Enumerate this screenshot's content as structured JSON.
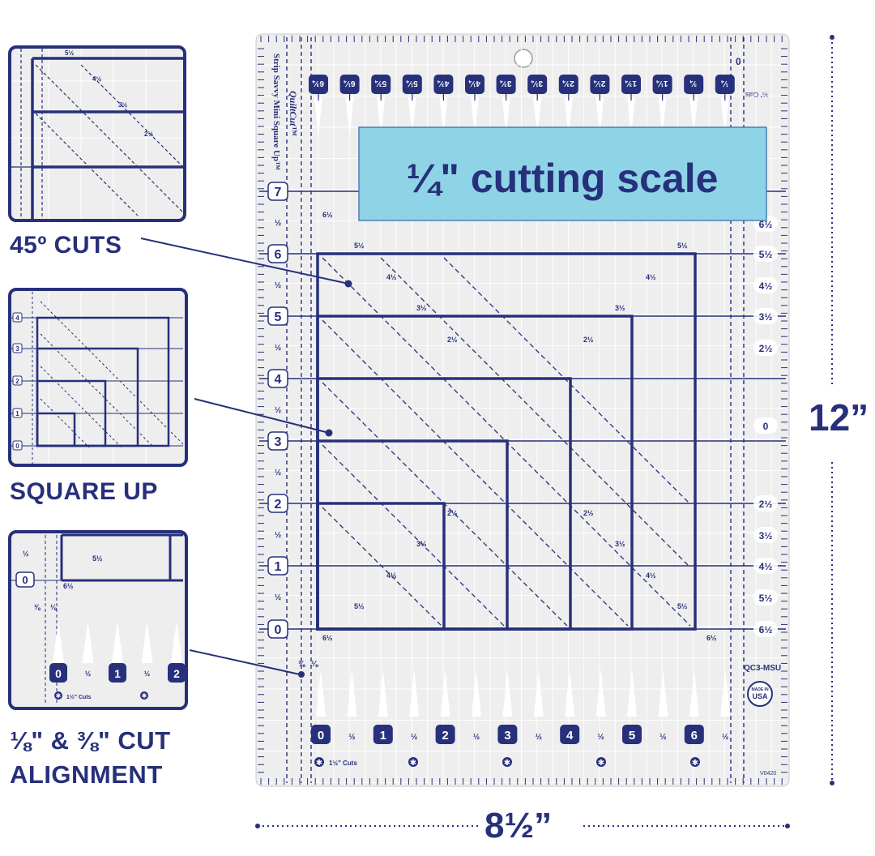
{
  "colors": {
    "navy": "#27307a",
    "navy_dark": "#1e2466",
    "banner": "#8fd3e6",
    "banner_border": "#4a7fb3",
    "ruler_bg": "#eeeeef"
  },
  "banner": {
    "text": "¼\" cutting scale"
  },
  "callouts": {
    "cuts45": "45º CUTS",
    "square_up": "SQUARE UP",
    "alignment_line1": "⅛\" & ⅜\" CUT",
    "alignment_line2": "ALIGNMENT"
  },
  "dimensions": {
    "height": "12”",
    "width": "8½”"
  },
  "ruler": {
    "brand": "QuiltCut™",
    "product": "Strip Savvy Mini Square Up™",
    "model": "QC3-MSU",
    "version": "V0420",
    "made_in": "MADE IN USA",
    "cuts_top": "¼\" Cuts",
    "cuts_bottom": "1½\" Cuts",
    "top_zero": "0",
    "top_tabs": [
      "6¾",
      "6¼",
      "5¾",
      "5¼",
      "4¾",
      "4¼",
      "3¾",
      "3¼",
      "2¾",
      "2¼",
      "1¾",
      "1¼",
      "¾",
      "¼"
    ],
    "left_numbers": [
      "7",
      "6",
      "5",
      "4",
      "3",
      "2",
      "1",
      "0"
    ],
    "half": "½",
    "bottom_numbers": [
      "0",
      "1",
      "2",
      "3",
      "4",
      "5",
      "6"
    ],
    "right_labels": [
      "6½",
      "5½",
      "4½",
      "3½",
      "2½",
      "0",
      "2½",
      "3½",
      "4½",
      "5½",
      "6½"
    ],
    "square_labels": [
      "6½",
      "5½",
      "4½",
      "3½",
      "2½"
    ],
    "eighths": [
      "⅜",
      "⅛"
    ]
  },
  "insets": {
    "cuts45_labels": [
      "5½",
      "4½",
      "3½",
      "2½"
    ],
    "square_left": [
      "4",
      "3",
      "2",
      "1",
      "0"
    ],
    "align_numbers": [
      "0",
      "1",
      "2"
    ],
    "align_half": "½",
    "align_cuts": "1½\" Cuts",
    "align_zero": "0",
    "align_labels": [
      "5½",
      "6½"
    ]
  }
}
